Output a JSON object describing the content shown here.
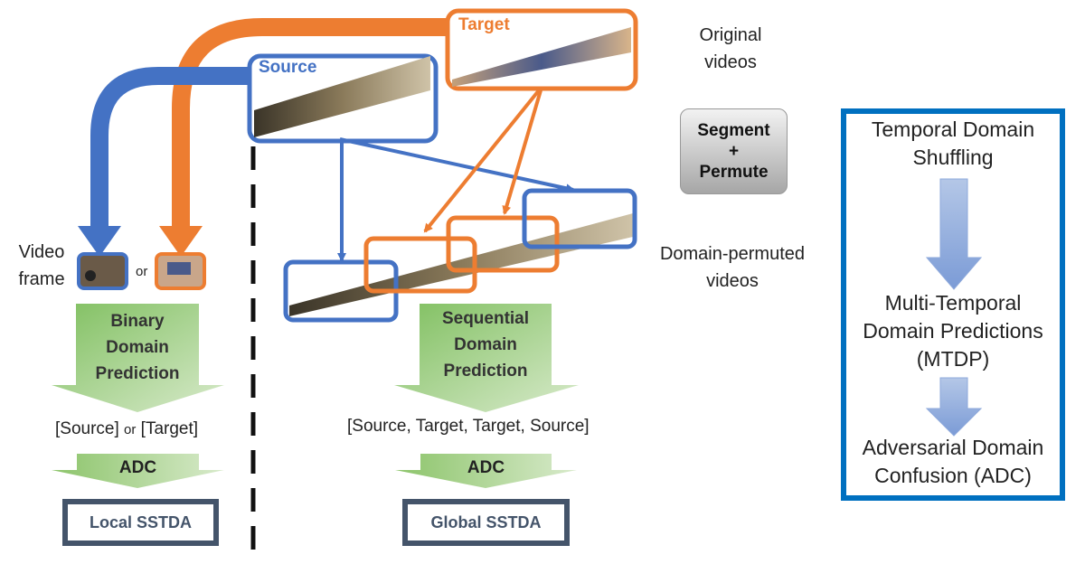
{
  "labels": {
    "source": "Source",
    "target": "Target",
    "original_videos_line1": "Original",
    "original_videos_line2": "videos",
    "domain_permuted_line1": "Domain-permuted",
    "domain_permuted_line2": "videos",
    "video_frame_line1": "Video",
    "video_frame_line2": "frame",
    "or": "or"
  },
  "segment_permute": {
    "line1": "Segment",
    "line2": "+",
    "line3": "Permute"
  },
  "local": {
    "prediction_line1": "Binary",
    "prediction_line2": "Domain",
    "prediction_line3": "Prediction",
    "output_source": "[Source]",
    "output_or": "or",
    "output_target": "[Target]",
    "adc": "ADC",
    "module": "Local SSTDA"
  },
  "global": {
    "prediction_line1": "Sequential",
    "prediction_line2": "Domain",
    "prediction_line3": "Prediction",
    "output": "[Source, Target, Target, Source]",
    "adc": "ADC",
    "module": "Global SSTDA"
  },
  "panel": {
    "step1_line1": "Temporal Domain",
    "step1_line2": "Shuffling",
    "step2_line1": "Multi-Temporal",
    "step2_line2": "Domain Predictions",
    "step2_line3": "(MTDP)",
    "step3_line1": "Adversarial Domain",
    "step3_line2": "Confusion (ADC)"
  },
  "colors": {
    "source": "#4472C4",
    "target": "#ED7D31",
    "green_arrow": "#A9D18E",
    "module_border": "#44546A",
    "panel_border": "#0070C0"
  }
}
